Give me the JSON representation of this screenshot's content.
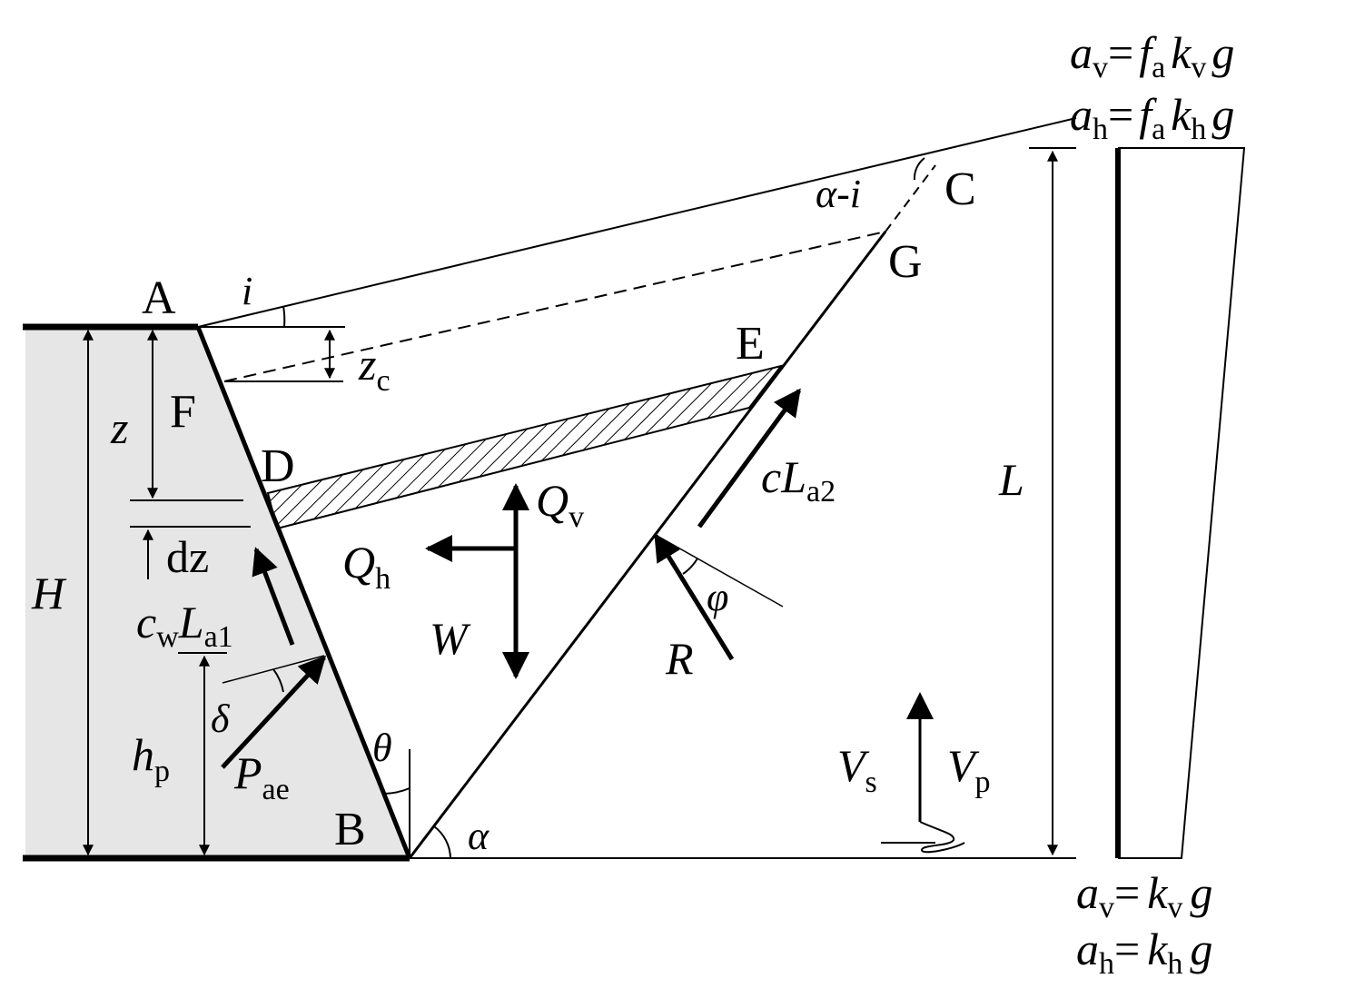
{
  "figure": {
    "points": {
      "A": "A",
      "B": "B",
      "C": "C",
      "D": "D",
      "E": "E",
      "F": "F",
      "G": "G"
    },
    "dimensions": {
      "H": "H",
      "z": "z",
      "dz": "dz",
      "zc": "z",
      "zc_sub": "c",
      "hp": "h",
      "hp_sub": "p",
      "L": "L"
    },
    "angles": {
      "i": "i",
      "alpha_minus_i": "α-i",
      "theta": "θ",
      "alpha": "α",
      "delta": "δ",
      "phi": "φ"
    },
    "forces": {
      "Qv": "Q",
      "Qv_sub": "v",
      "Qh": "Q",
      "Qh_sub": "h",
      "W": "W",
      "R": "R",
      "cLa2_c": "cL",
      "cLa2_sub": "a2",
      "cwLa1_c": "c",
      "cwLa1_w": "w",
      "cwLa1_L": "L",
      "cwLa1_sub": "a1",
      "Pae": "P",
      "Pae_sub": "ae",
      "Vs": "V",
      "Vs_sub": "s",
      "Vp": "V",
      "Vp_sub": "p"
    },
    "accel_top": {
      "line1": {
        "a": "a",
        "a_sub": "v",
        "eq": "=",
        "f": "f",
        "f_sub": "a",
        "k": "k",
        "k_sub": "v",
        "g": "g"
      },
      "line2": {
        "a": "a",
        "a_sub": "h",
        "eq": "=",
        "f": "f",
        "f_sub": "a",
        "k": "k",
        "k_sub": "h",
        "g": "g"
      }
    },
    "accel_bottom": {
      "line1": {
        "a": "a",
        "a_sub": "v",
        "eq": "=",
        "k": "k",
        "k_sub": "v",
        "g": "g"
      },
      "line2": {
        "a": "a",
        "a_sub": "h",
        "eq": "=",
        "k": "k",
        "k_sub": "h",
        "g": "g"
      }
    }
  }
}
